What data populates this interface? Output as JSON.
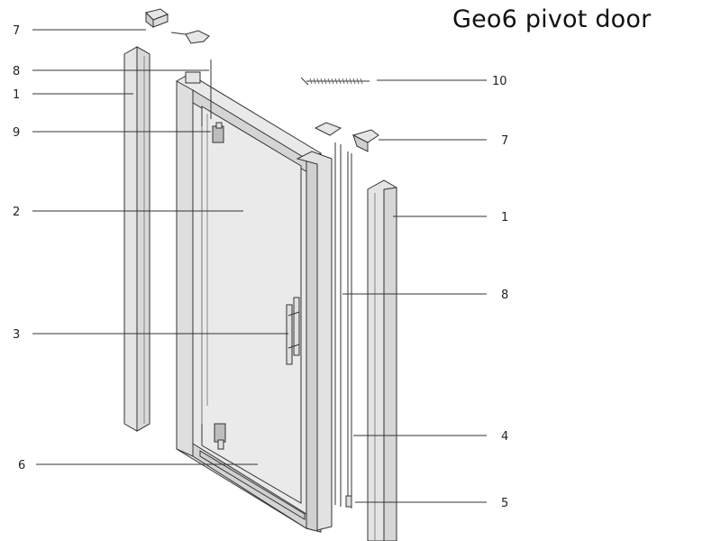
{
  "title": "Geo6 pivot door",
  "callouts": [
    "7",
    "8",
    "1",
    "9",
    "2",
    "3",
    "6",
    "10",
    "7",
    "1",
    "8",
    "4",
    "5"
  ],
  "colors": {
    "line": "#333333",
    "frame_fill": "#e4e4e4",
    "glass_fill": "#eaeaea",
    "background": "#ffffff"
  }
}
